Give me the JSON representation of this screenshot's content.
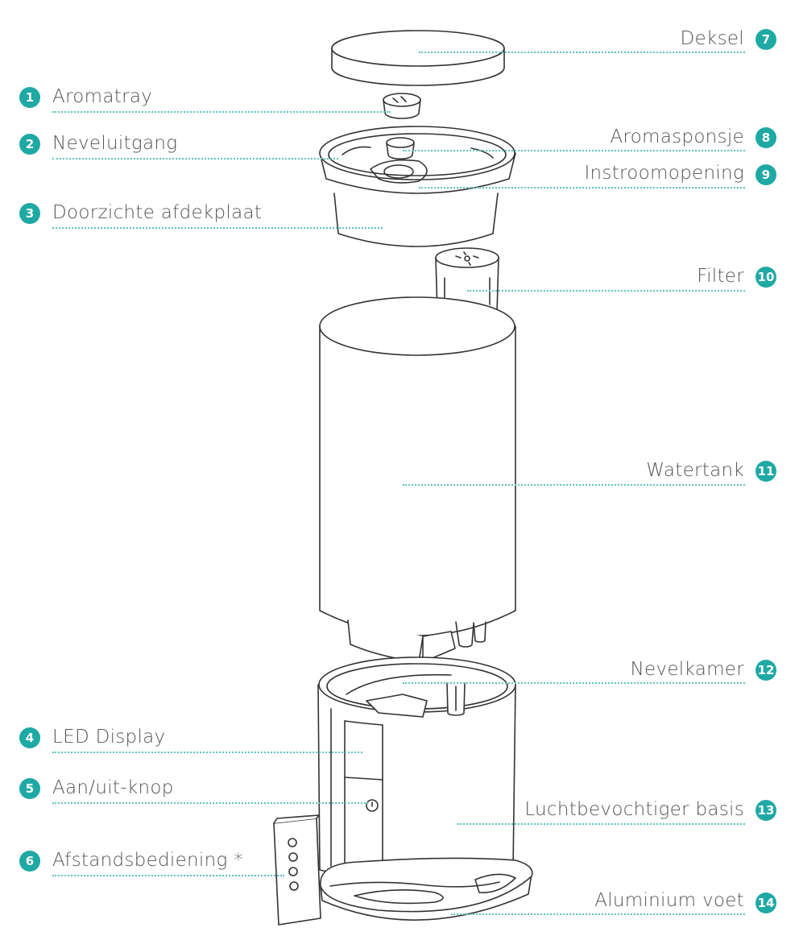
{
  "parts": [
    {
      "number": "1",
      "label": "Aromatray"
    },
    {
      "number": "2",
      "label": "Neveluitgang"
    },
    {
      "number": "3",
      "label": "Doorzichte afdekplaat"
    },
    {
      "number": "4",
      "label": "LED Display"
    },
    {
      "number": "5",
      "label": "Aan/uit-knop"
    },
    {
      "number": "6",
      "label": "Afstandsbediening *"
    },
    {
      "number": "7",
      "label": "Deksel"
    },
    {
      "number": "8",
      "label": "Aromasponsje"
    },
    {
      "number": "9",
      "label": "Instroomopening"
    },
    {
      "number": "10",
      "label": "Filter"
    },
    {
      "number": "11",
      "label": "Watertank"
    },
    {
      "number": "12",
      "label": "Nevelkamer"
    },
    {
      "number": "13",
      "label": "Luchtbevochtiger basis"
    },
    {
      "number": "14",
      "label": "Aluminium voet"
    }
  ],
  "colors": {
    "accent": "#1fa9a4",
    "line": "#333333",
    "text": "#555555"
  }
}
